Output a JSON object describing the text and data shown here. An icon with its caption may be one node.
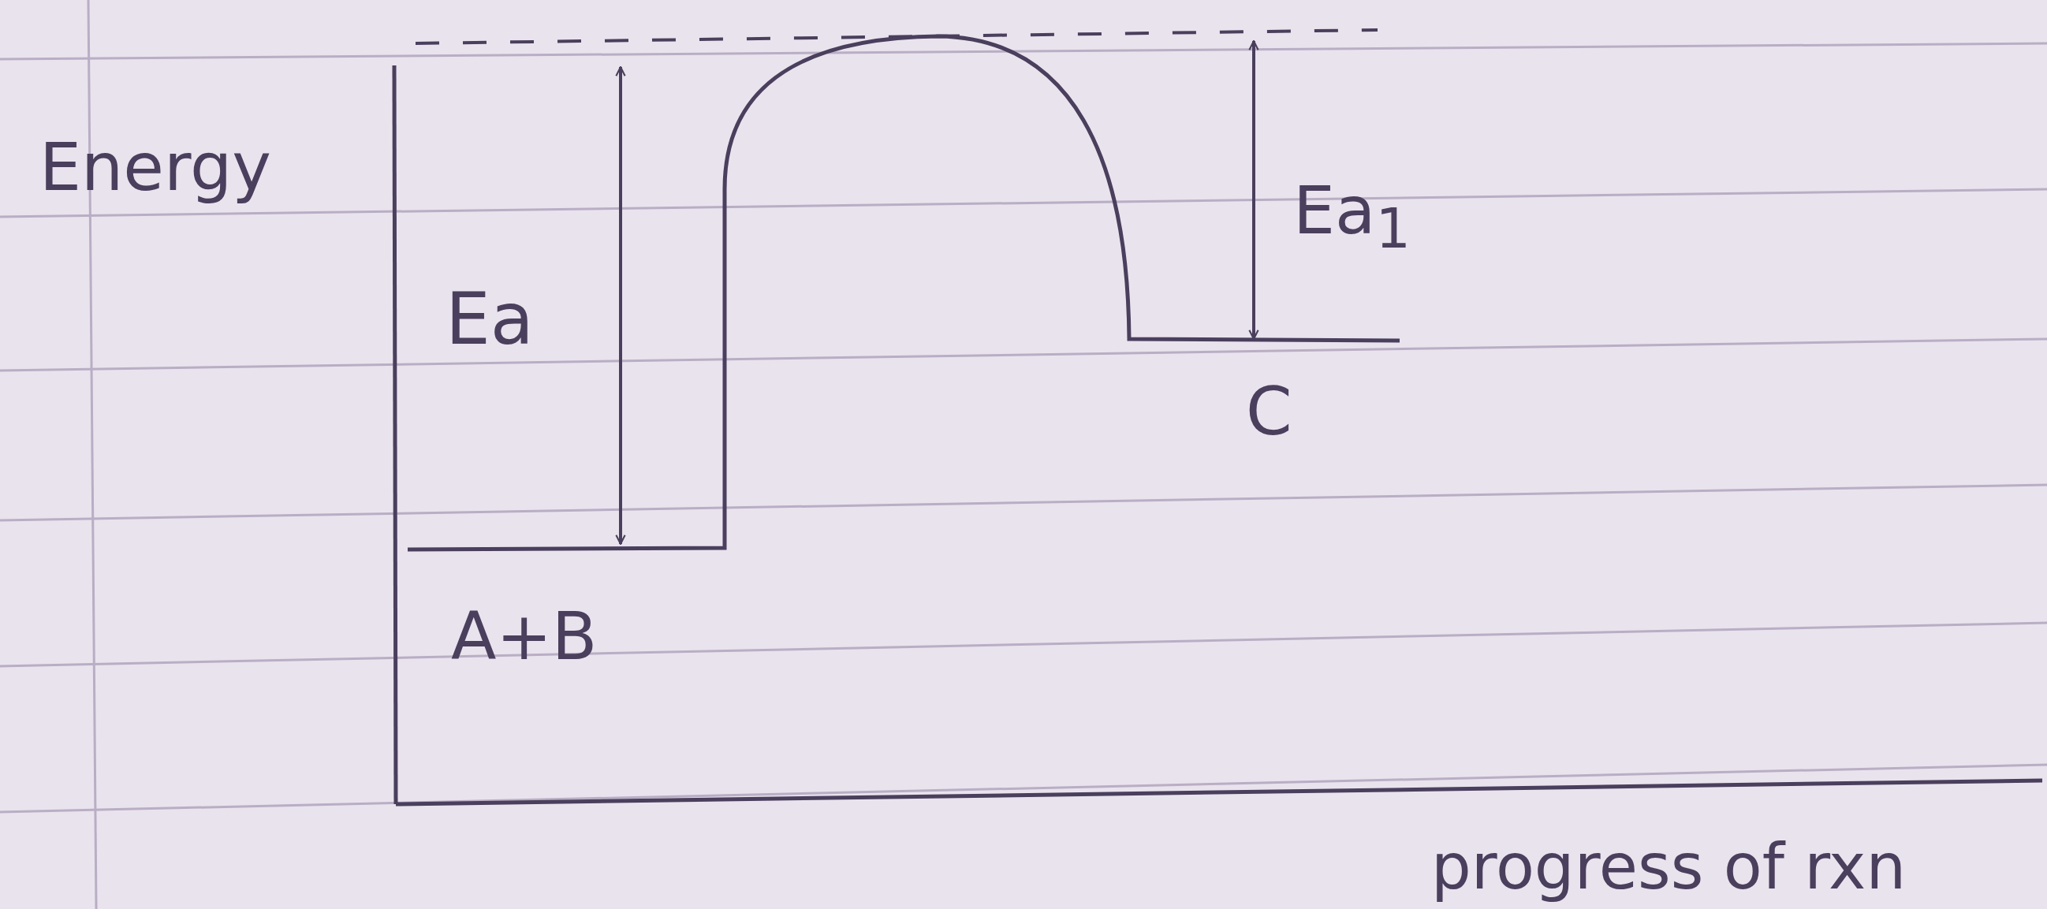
{
  "diagram": {
    "labels": [
      "Energy",
      "Ea",
      "Ea$_{1}$",
      "A+B",
      "C",
      "progress of rxn"
    ]
  }
}
